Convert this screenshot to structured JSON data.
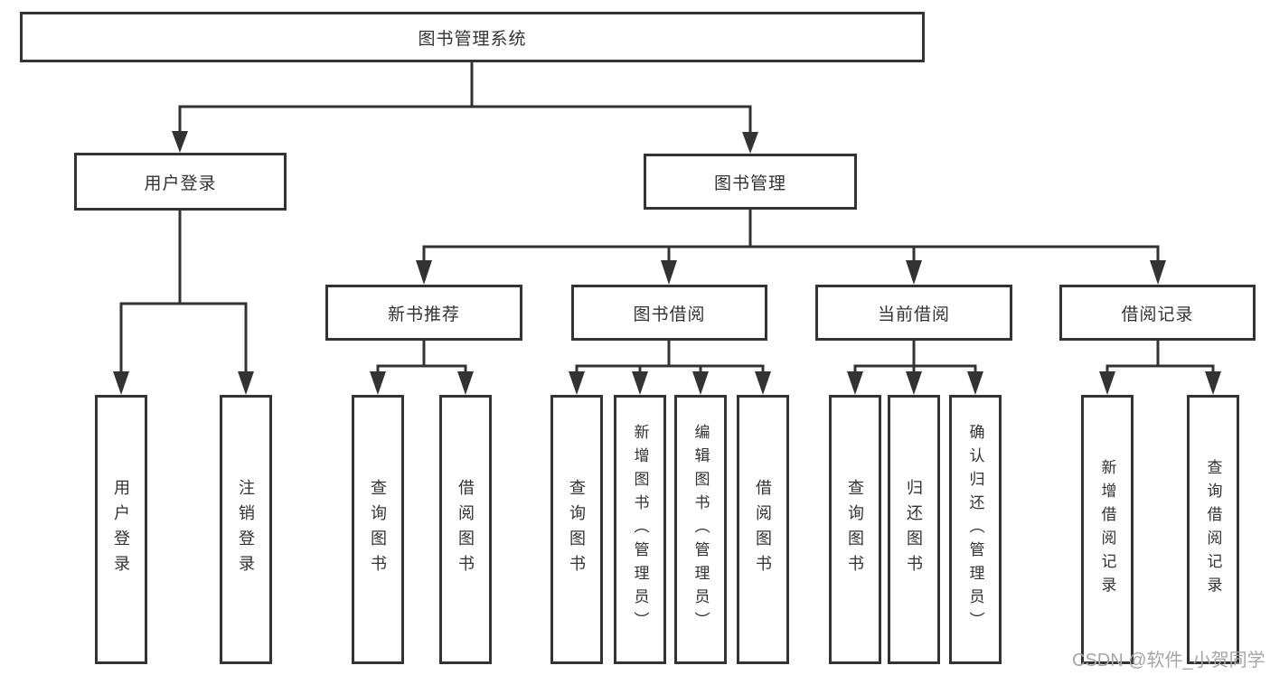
{
  "tree": {
    "label": "图书管理系统",
    "children": [
      {
        "label": "用户登录",
        "children": [
          {
            "label": "用户登录"
          },
          {
            "label": "注销登录"
          }
        ]
      },
      {
        "label": "图书管理",
        "children": [
          {
            "label": "新书推荐",
            "children": [
              {
                "label": "查询图书"
              },
              {
                "label": "借阅图书"
              }
            ]
          },
          {
            "label": "图书借阅",
            "children": [
              {
                "label": "查询图书"
              },
              {
                "label": "新增图书（管理员）"
              },
              {
                "label": "编辑图书（管理员）"
              },
              {
                "label": "借阅图书"
              }
            ]
          },
          {
            "label": "当前借阅",
            "children": [
              {
                "label": "查询图书"
              },
              {
                "label": "归还图书"
              },
              {
                "label": "确认归还（管理员）"
              }
            ]
          },
          {
            "label": "借阅记录",
            "children": [
              {
                "label": "新增借阅记录"
              },
              {
                "label": "查询借阅记录"
              }
            ]
          }
        ]
      }
    ]
  },
  "watermark": "CSDN @软件_小贺同学",
  "colors": {
    "line": "#333333",
    "box_border": "#333333",
    "text": "#333333",
    "watermark": "#a6a6a6",
    "background": "#ffffff"
  }
}
